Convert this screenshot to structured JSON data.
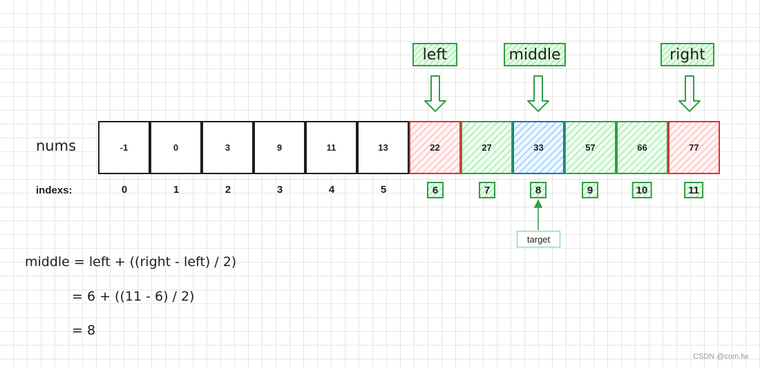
{
  "pointers": {
    "left": "left",
    "middle": "middle",
    "right": "right"
  },
  "row_label": "nums",
  "index_label": "indexs:",
  "nums": [
    {
      "value": "-1",
      "index": "0",
      "style": "plain"
    },
    {
      "value": "0",
      "index": "1",
      "style": "plain"
    },
    {
      "value": "3",
      "index": "2",
      "style": "plain"
    },
    {
      "value": "9",
      "index": "3",
      "style": "plain"
    },
    {
      "value": "11",
      "index": "4",
      "style": "plain"
    },
    {
      "value": "13",
      "index": "5",
      "style": "plain"
    },
    {
      "value": "22",
      "index": "6",
      "style": "red"
    },
    {
      "value": "27",
      "index": "7",
      "style": "green"
    },
    {
      "value": "33",
      "index": "8",
      "style": "blue"
    },
    {
      "value": "57",
      "index": "9",
      "style": "green"
    },
    {
      "value": "66",
      "index": "10",
      "style": "green"
    },
    {
      "value": "77",
      "index": "11",
      "style": "red"
    }
  ],
  "target_label": "target",
  "formula": {
    "line1": "middle = left + ((right - left) / 2)",
    "line2": "= 6 + ((11 - 6) / 2)",
    "line3": "= 8"
  },
  "watermark": "CSDN @com.fw",
  "colors": {
    "green": "#2f9e44",
    "red": "#e03131",
    "blue": "#1971c2"
  }
}
